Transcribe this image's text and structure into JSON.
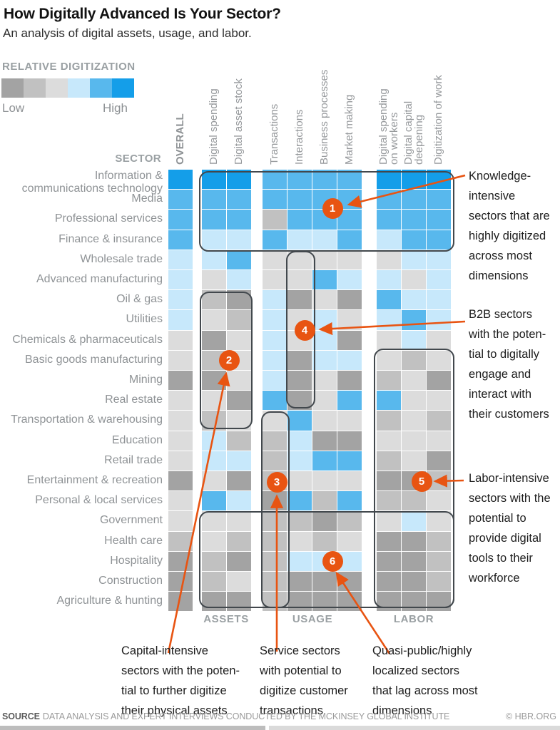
{
  "title": "How Digitally Advanced Is Your Sector?",
  "subtitle": "An analysis of digital assets, usage, and labor.",
  "legend": {
    "label": "RELATIVE DIGITIZATION",
    "low": "Low",
    "high": "High"
  },
  "sector_label": "SECTOR",
  "group_labels": [
    "ASSETS",
    "USAGE",
    "LABOR"
  ],
  "chart_data": {
    "type": "heatmap",
    "palette": [
      "#a3a3a3",
      "#c1c1c1",
      "#dcdcdc",
      "#c7e8fb",
      "#58b8ed",
      "#149ee9"
    ],
    "scale_meaning": "0=low relative digitization (dark gray) to 5=high (bright blue)",
    "columns": [
      "OVERALL",
      "Digital spending",
      "Digital asset stock",
      "Transactions",
      "Interactions",
      "Business processes",
      "Market making",
      "Digital spending\non workers",
      "Digital capital\ndeepening",
      "Digitization of work"
    ],
    "column_groups": [
      {
        "label": "ASSETS",
        "columns": [
          "Digital spending",
          "Digital asset stock"
        ]
      },
      {
        "label": "USAGE",
        "columns": [
          "Transactions",
          "Interactions",
          "Business processes",
          "Market making"
        ]
      },
      {
        "label": "LABOR",
        "columns": [
          "Digital spending on workers",
          "Digital capital deepening",
          "Digitization of work"
        ]
      }
    ],
    "rows": [
      {
        "sector": "Information &\ncommunications technology",
        "values": [
          5,
          5,
          5,
          4,
          4,
          4,
          4,
          5,
          5,
          5
        ]
      },
      {
        "sector": "Media",
        "values": [
          4,
          4,
          4,
          4,
          4,
          4,
          4,
          4,
          4,
          4
        ]
      },
      {
        "sector": "Professional services",
        "values": [
          4,
          4,
          4,
          1,
          4,
          4,
          4,
          4,
          4,
          4
        ]
      },
      {
        "sector": "Finance & insurance",
        "values": [
          4,
          3,
          3,
          4,
          3,
          3,
          4,
          3,
          4,
          4
        ]
      },
      {
        "sector": "Wholesale trade",
        "values": [
          3,
          3,
          4,
          2,
          2,
          2,
          2,
          2,
          3,
          3
        ]
      },
      {
        "sector": "Advanced manufacturing",
        "values": [
          3,
          2,
          3,
          2,
          2,
          4,
          3,
          3,
          2,
          3
        ]
      },
      {
        "sector": "Oil & gas",
        "values": [
          3,
          1,
          0,
          3,
          0,
          2,
          0,
          4,
          3,
          3
        ]
      },
      {
        "sector": "Utilities",
        "values": [
          3,
          2,
          1,
          3,
          2,
          3,
          2,
          3,
          4,
          3
        ]
      },
      {
        "sector": "Chemicals & pharmaceuticals",
        "values": [
          2,
          0,
          2,
          3,
          2,
          3,
          0,
          2,
          3,
          2
        ]
      },
      {
        "sector": "Basic goods manufacturing",
        "values": [
          2,
          1,
          2,
          3,
          0,
          3,
          3,
          2,
          1,
          2
        ]
      },
      {
        "sector": "Mining",
        "values": [
          0,
          0,
          2,
          3,
          0,
          2,
          0,
          1,
          2,
          0
        ]
      },
      {
        "sector": "Real estate",
        "values": [
          2,
          2,
          0,
          4,
          0,
          2,
          4,
          4,
          2,
          2
        ]
      },
      {
        "sector": "Transportation & warehousing",
        "values": [
          2,
          1,
          2,
          2,
          4,
          2,
          2,
          1,
          2,
          1
        ]
      },
      {
        "sector": "Education",
        "values": [
          2,
          3,
          1,
          1,
          3,
          0,
          0,
          2,
          2,
          2
        ]
      },
      {
        "sector": "Retail trade",
        "values": [
          2,
          3,
          3,
          1,
          3,
          4,
          4,
          1,
          2,
          0
        ]
      },
      {
        "sector": "Entertainment & recreation",
        "values": [
          0,
          2,
          0,
          1,
          2,
          2,
          2,
          0,
          0,
          1
        ]
      },
      {
        "sector": "Personal & local services",
        "values": [
          2,
          4,
          3,
          0,
          4,
          1,
          4,
          1,
          1,
          2
        ]
      },
      {
        "sector": "Government",
        "values": [
          2,
          2,
          2,
          1,
          1,
          0,
          1,
          2,
          3,
          2
        ]
      },
      {
        "sector": "Health care",
        "values": [
          1,
          2,
          1,
          1,
          2,
          1,
          2,
          0,
          0,
          1
        ]
      },
      {
        "sector": "Hospitality",
        "values": [
          0,
          1,
          0,
          1,
          3,
          3,
          3,
          0,
          0,
          1
        ]
      },
      {
        "sector": "Construction",
        "values": [
          0,
          1,
          2,
          1,
          0,
          0,
          0,
          0,
          0,
          1
        ]
      },
      {
        "sector": "Agriculture & hunting",
        "values": [
          0,
          0,
          0,
          1,
          0,
          0,
          0,
          0,
          0,
          0
        ]
      }
    ]
  },
  "annotations": [
    {
      "number": "1",
      "text": "Knowledge-\nintensive\nsectors that are\nhighly digitized\nacross most\ndimensions"
    },
    {
      "number": "2",
      "text": "Capital-intensive\nsectors with the poten-\ntial to further digitize\ntheir physical assets"
    },
    {
      "number": "3",
      "text": "Service sectors\nwith potential to\ndigitize customer\ntransactions"
    },
    {
      "number": "4",
      "text": "B2B sectors\nwith the poten-\ntial to digitally\nengage and\ninteract with\ntheir customers"
    },
    {
      "number": "5",
      "text": "Labor-intensive\nsectors with the\npotential to\nprovide digital\ntools to their\nworkforce"
    },
    {
      "number": "6",
      "text": "Quasi-public/highly\nlocalized sectors\nthat lag across most\ndimensions"
    }
  ],
  "accent_color": "#e85412",
  "footer": {
    "source_label": "SOURCE",
    "source_text": "DATA ANALYSIS AND EXPERT INTERVIEWS CONDUCTED BY THE MCKINSEY GLOBAL INSTITUTE",
    "credit": "© HBR.ORG"
  }
}
